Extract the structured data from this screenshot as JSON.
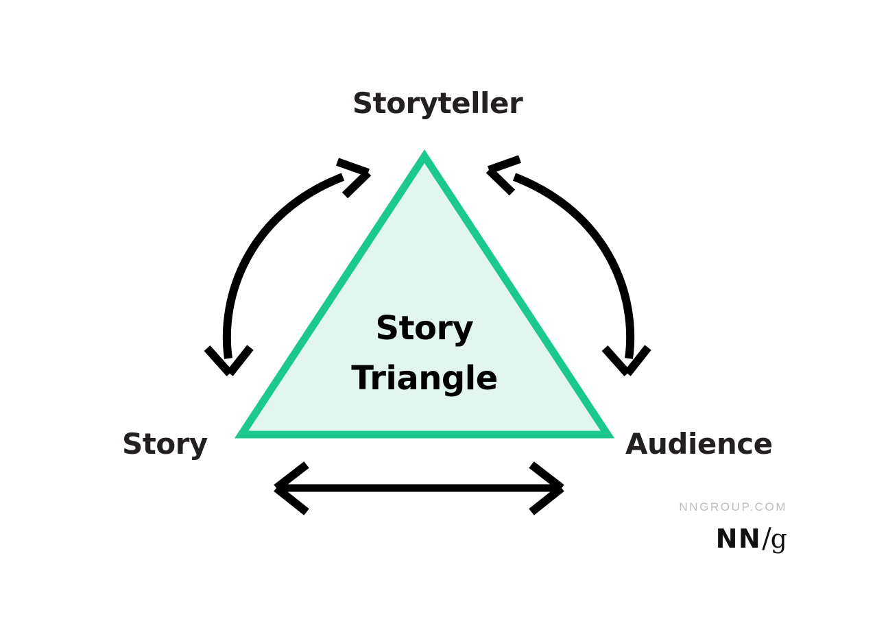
{
  "diagram": {
    "title": "Story Triangle",
    "center_label_lines": [
      "Story",
      "Triangle"
    ],
    "vertices": [
      {
        "id": "storyteller",
        "label": "Storyteller",
        "position": "top"
      },
      {
        "id": "story",
        "label": "Story",
        "position": "bottom-left"
      },
      {
        "id": "audience",
        "label": "Audience",
        "position": "bottom-right"
      }
    ],
    "connections": [
      {
        "id": "story-storyteller",
        "from": "Story",
        "to": "Storyteller",
        "style": "curved",
        "direction": "bidirectional"
      },
      {
        "id": "storyteller-audience",
        "from": "Storyteller",
        "to": "Audience",
        "style": "curved",
        "direction": "bidirectional"
      },
      {
        "id": "story-audience",
        "from": "Story",
        "to": "Audience",
        "style": "straight",
        "direction": "bidirectional"
      }
    ],
    "colors": {
      "triangle_stroke": "#1bc88f",
      "triangle_fill": "#e2f6ef",
      "arrow": "#000000",
      "label_text": "#231f20",
      "center_text": "#000000",
      "background": "#ffffff"
    }
  },
  "branding": {
    "url": "NNGROUP.COM",
    "logo_nn": "NN",
    "logo_slash": "/",
    "logo_g": "g",
    "url_color": "#bdbdbd",
    "logo_color": "#111111"
  }
}
